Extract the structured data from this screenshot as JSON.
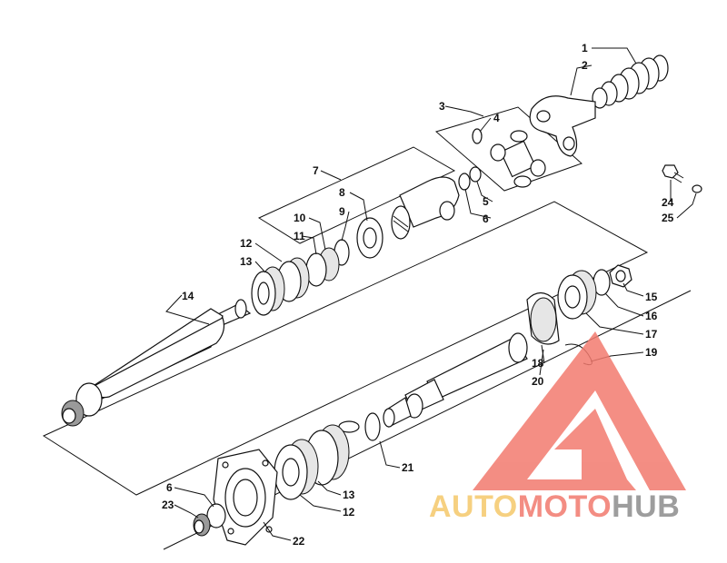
{
  "callouts": [
    "1",
    "2",
    "3",
    "4",
    "5",
    "6",
    "7",
    "8",
    "9",
    "10",
    "11",
    "12",
    "13",
    "14",
    "15",
    "16",
    "17",
    "18",
    "19",
    "20",
    "21",
    "22",
    "23",
    "24",
    "25"
  ],
  "lower_callouts": {
    "p6": "6",
    "p23": "23",
    "p22": "22",
    "p13": "13",
    "p12": "12",
    "p21": "21"
  },
  "watermark": {
    "part1": "AUTO",
    "part2": "MOTO",
    "part3": "HUB",
    "color1": "#f5c86a",
    "color2": "#f27a6e",
    "color3": "#8c8c8c"
  }
}
